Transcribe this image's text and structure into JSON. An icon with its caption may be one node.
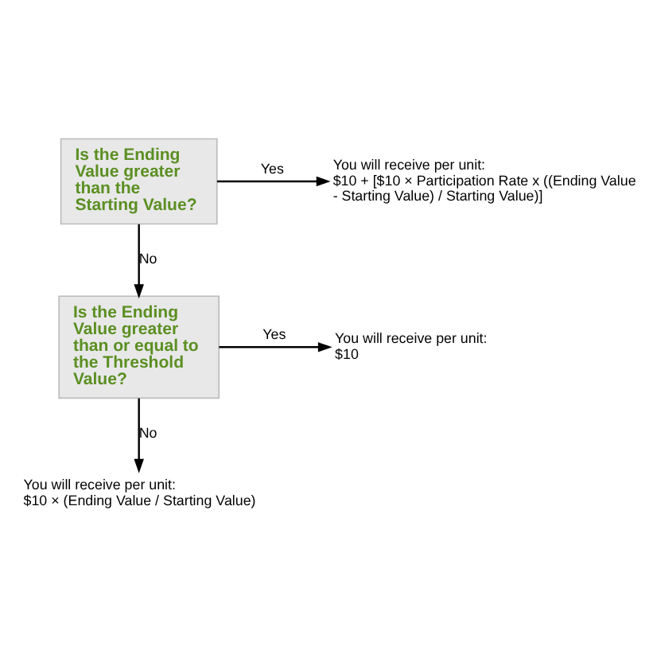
{
  "diagram": {
    "nodes": [
      {
        "text": [
          "Is the Ending Value greater than the Starting Value?"
        ]
      },
      {
        "text": [
          "You will receive per unit:",
          "$10 + [$10 × Participation Rate x ((Ending Value - Starting Value) / Starting Value)]"
        ]
      },
      {
        "text": [
          "Is the Ending Value greater than or equal to the Threshold Value?"
        ]
      },
      {
        "text": [
          "You will receive per unit:",
          "$10"
        ]
      },
      {
        "text": [
          "You will receive per unit:",
          "$10 × (Ending Value / Starting Value)"
        ]
      }
    ],
    "edges": [
      {
        "from": 0,
        "to": 1,
        "arrow": "to",
        "label": "Yes"
      },
      {
        "from": 0,
        "to": 2,
        "arrow": "to",
        "label": "No"
      },
      {
        "from": 2,
        "to": 3,
        "arrow": "to",
        "label": "Yes"
      },
      {
        "from": 2,
        "to": 4,
        "arrow": "to",
        "label": "No"
      }
    ]
  }
}
